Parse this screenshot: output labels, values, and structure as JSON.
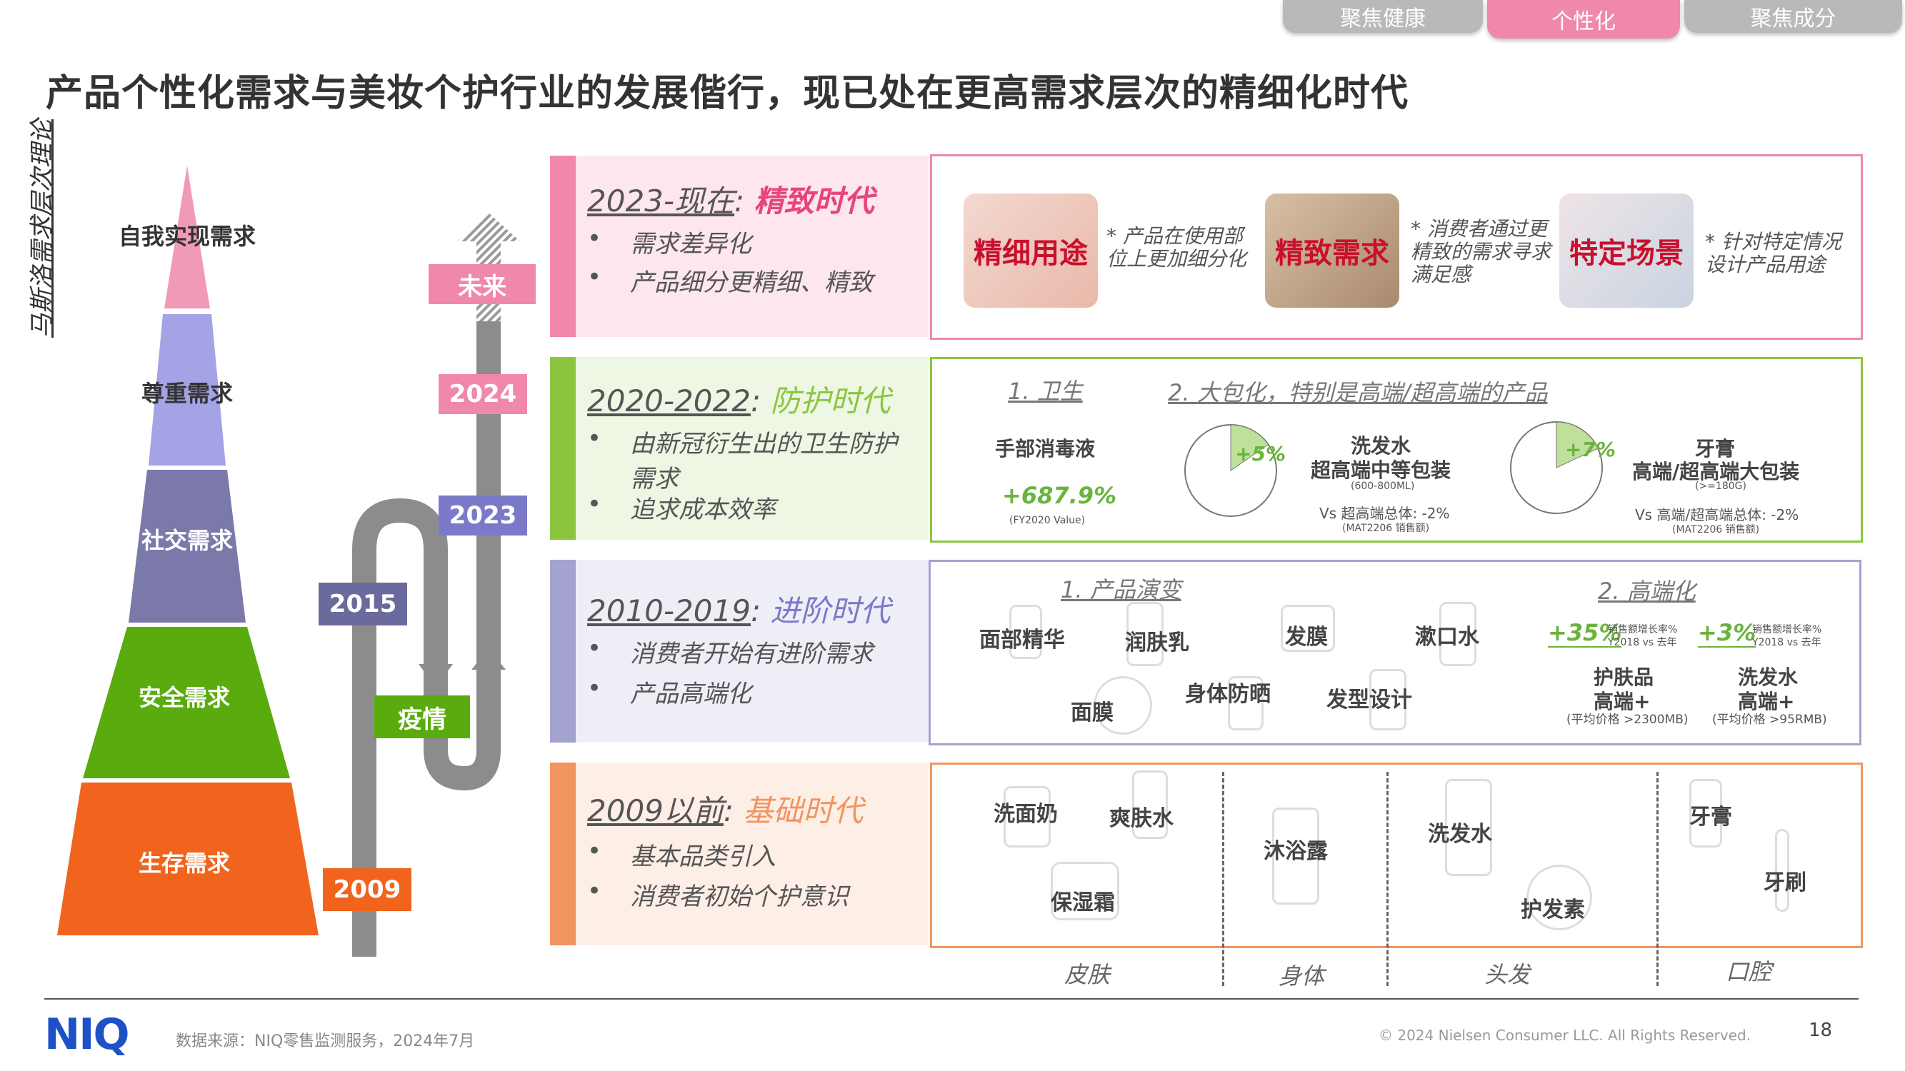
{
  "tabs": [
    {
      "label": "聚焦健康",
      "color": "#b9b9b9"
    },
    {
      "label": "个性化",
      "color": "#ef88a9"
    },
    {
      "label": "聚焦成分",
      "color": "#b9b9b9"
    }
  ],
  "title": "产品个性化需求与美妆个护行业的发展偕行，现已处在更高需求层次的精细化时代",
  "y_axis_label": "马斯洛需求层次理论",
  "pyramid": [
    {
      "label": "自我实现需求",
      "color": "#f19ab8",
      "text_color": "#333333"
    },
    {
      "label": "尊重需求",
      "color": "#a4a3e6",
      "text_color": "#333333"
    },
    {
      "label": "社交需求",
      "color": "#7b79a9",
      "text_color": "#ffffff"
    },
    {
      "label": "安全需求",
      "color": "#5aab0e",
      "text_color": "#ffffff"
    },
    {
      "label": "生存需求",
      "color": "#f0641e",
      "text_color": "#ffffff"
    }
  ],
  "timeline": {
    "future": "未来",
    "y2024": "2024",
    "y2023": "2023",
    "y2015": "2015",
    "covid": "疫情",
    "y2009": "2009"
  },
  "eras": {
    "e1": {
      "years": "2023-现在",
      "sep": ":",
      "name": "精致时代",
      "bullets": [
        "需求差异化",
        "产品细分更精细、精致"
      ]
    },
    "e2": {
      "years": "2020-2022",
      "sep": ":",
      "name": "防护时代",
      "bullets": [
        "由新冠衍生出的卫生防护需求",
        "追求成本效率"
      ]
    },
    "e3": {
      "years": "2010-2019",
      "sep": ":",
      "name": "进阶时代",
      "bullets": [
        "消费者开始有进阶需求",
        "产品高端化"
      ]
    },
    "e4": {
      "years": "2009以前",
      "sep": ":",
      "name": "基础时代",
      "bullets": [
        "基本品类引入",
        "消费者初始个护意识"
      ]
    }
  },
  "box1": {
    "items": [
      {
        "label": "精细用途",
        "note": "* 产品在使用部位上更加细分化"
      },
      {
        "label": "精致需求",
        "note": "* 消费者通过更精致的需求寻求满足感"
      },
      {
        "label": "特定场景",
        "note": "* 针对特定情况设计产品用途"
      }
    ]
  },
  "box2": {
    "h1": "1. 卫生",
    "h2": "2. 大包化，特别是高端/超高端的产品",
    "hand_label": "手部消毒液",
    "hand_growth": "+687.9%",
    "hand_note": "(FY2020 Value)",
    "shampoo_pct": "+5%",
    "shampoo_label_1": "洗发水",
    "shampoo_label_2": "超高端中等包装",
    "shampoo_size": "(600-800ML)",
    "shampoo_vs": "Vs 超高端总体: -2%",
    "shampoo_note": "(MAT2206 销售额)",
    "tooth_pct": "+7%",
    "tooth_label_1": "牙膏",
    "tooth_label_2": "高端/超高端大包装",
    "tooth_size": "(>=180G)",
    "tooth_vs": "Vs 高端/超高端总体: -2%",
    "tooth_note": "(MAT2206 销售额)"
  },
  "box3": {
    "h1": "1. 产品演变",
    "h2": "2. 高端化",
    "products": [
      "面部精华",
      "润肤乳",
      "发膜",
      "漱口水",
      "面膜",
      "身体防晒",
      "发型设计"
    ],
    "skin_pct": "+35%",
    "skin_growth_note_1": "销售额增长率%",
    "skin_growth_note_2": "Y2018 vs 去年",
    "skin_label_1": "护肤品",
    "skin_label_2": "高端+",
    "skin_price": "(平均价格 >2300MB)",
    "hair_pct": "+3%",
    "hair_growth_note_1": "销售额增长率%",
    "hair_growth_note_2": "Y2018 vs 去年",
    "hair_label_1": "洗发水",
    "hair_label_2": "高端+",
    "hair_price": "(平均价格 >95RMB)"
  },
  "box4": {
    "products": [
      "洗面奶",
      "爽肤水",
      "保湿霜",
      "沐浴露",
      "洗发水",
      "护发素",
      "牙膏",
      "牙刷"
    ]
  },
  "categories": [
    "皮肤",
    "身体",
    "头发",
    "口腔"
  ],
  "footer": {
    "logo": "NIQ",
    "source": "数据来源：NIQ零售监测服务，2024年7月",
    "copyright": "© 2024 Nielsen Consumer LLC. All Rights Reserved.",
    "page": "18"
  },
  "colors": {
    "accent_red": "#c8102e",
    "pink": "#ef88a9",
    "green": "#8cc63f",
    "lavender": "#a4a3d0",
    "orange": "#f0955f",
    "niq_blue": "#1e50c8"
  }
}
